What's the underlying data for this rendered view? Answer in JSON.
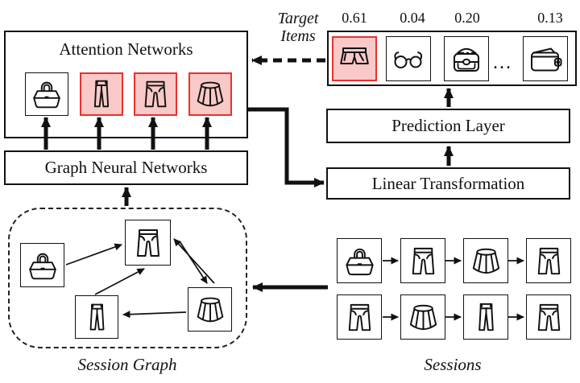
{
  "diagram": {
    "attention": {
      "title": "Attention Networks",
      "items": [
        {
          "icon": "handbag",
          "highlighted": false
        },
        {
          "icon": "jeans-skinny",
          "highlighted": true
        },
        {
          "icon": "pants-flared",
          "highlighted": true
        },
        {
          "icon": "skirt",
          "highlighted": true
        }
      ]
    },
    "gnn": {
      "title": "Graph Neural Networks"
    },
    "prediction": {
      "title": "Prediction Layer"
    },
    "linear": {
      "title": "Linear Transformation"
    },
    "target": {
      "label": "Target Items",
      "ellipsis": "...",
      "items": [
        {
          "icon": "shorts",
          "score": "0.61",
          "highlighted": true
        },
        {
          "icon": "glasses",
          "score": "0.04",
          "highlighted": false
        },
        {
          "icon": "briefcase",
          "score": "0.20",
          "highlighted": false
        },
        {
          "icon": "wallet",
          "score": "0.13",
          "highlighted": false
        }
      ]
    },
    "session_graph": {
      "label": "Session Graph",
      "nodes": [
        {
          "icon": "handbag"
        },
        {
          "icon": "pants-flared"
        },
        {
          "icon": "jeans-skinny"
        },
        {
          "icon": "skirt"
        }
      ],
      "edges": [
        "handbag->pants-flared",
        "jeans-skinny->pants-flared",
        "skirt->pants-flared",
        "pants-flared->skirt",
        "skirt->jeans-skinny"
      ]
    },
    "sessions": {
      "label": "Sessions",
      "rows": [
        [
          "handbag",
          "pants-flared",
          "skirt",
          "pants-flared"
        ],
        [
          "pants-flared",
          "skirt",
          "jeans-skinny",
          "pants-flared"
        ]
      ]
    },
    "colors": {
      "highlight_border": "#e8312e",
      "highlight_fill": "#f8c9c7",
      "line": "#111111"
    }
  }
}
